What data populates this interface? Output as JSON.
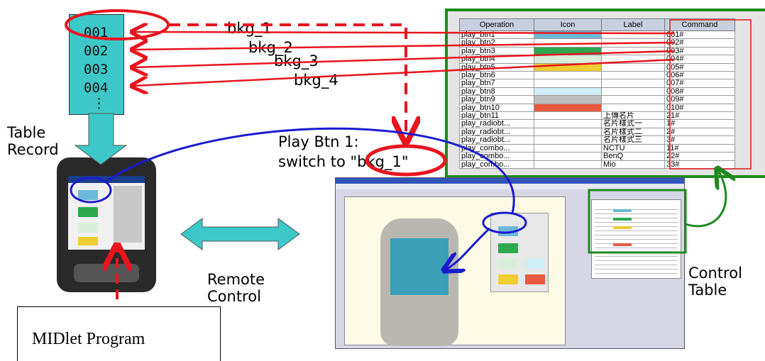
{
  "records": [
    "001",
    "002",
    "003",
    "004",
    "⋮"
  ],
  "bkg_labels": [
    "bkg_1",
    "bkg_2",
    "bkg_3",
    "bkg_4"
  ],
  "labels": {
    "table_record": [
      "Table",
      "Record"
    ],
    "play_btn": [
      "Play Btn 1:",
      "switch to \"bkg_1\""
    ],
    "remote_control": [
      "Remote",
      "Control"
    ],
    "control_table": [
      "Control",
      "Table"
    ],
    "midlet": "MIDlet    Program"
  },
  "control_table": {
    "headers": [
      "Operation",
      "Icon",
      "Label",
      "Command"
    ],
    "rows": [
      {
        "op": "play_btn1",
        "icon": "#6cb8d8",
        "label": "",
        "cmd": "001#"
      },
      {
        "op": "play_btn2",
        "icon": "",
        "label": "",
        "cmd": "002#"
      },
      {
        "op": "play_btn3",
        "icon": "#2ea84e",
        "label": "",
        "cmd": "003#"
      },
      {
        "op": "play_btn4",
        "icon": "#d8eed8",
        "label": "",
        "cmd": "004#"
      },
      {
        "op": "play_btn5",
        "icon": "#f0cc30",
        "label": "",
        "cmd": "005#"
      },
      {
        "op": "play_btn6",
        "icon": "",
        "label": "",
        "cmd": "006#"
      },
      {
        "op": "play_btn7",
        "icon": "",
        "label": "",
        "cmd": "007#"
      },
      {
        "op": "play_btn8",
        "icon": "#d0eef6",
        "label": "",
        "cmd": "008#"
      },
      {
        "op": "play_btn9",
        "icon": "#bcbcbc",
        "label": "",
        "cmd": "009#"
      },
      {
        "op": "play_btn10",
        "icon": "#e85a40",
        "label": "",
        "cmd": "010#"
      },
      {
        "op": "play_btn11",
        "icon": "",
        "label": "上傳名片",
        "cmd": "21#"
      },
      {
        "op": "play_radiobt...",
        "icon": "",
        "label": "名片樣式一",
        "cmd": "1#"
      },
      {
        "op": "play_radiobt...",
        "icon": "",
        "label": "名片樣式二",
        "cmd": "2#"
      },
      {
        "op": "play_radiobt...",
        "icon": "",
        "label": "名片樣式三",
        "cmd": "3#"
      },
      {
        "op": "play_combo...",
        "icon": "",
        "label": "NCTU",
        "cmd": "11#"
      },
      {
        "op": "play_combo...",
        "icon": "",
        "label": "BenQ",
        "cmd": "22#"
      },
      {
        "op": "play_combo...",
        "icon": "",
        "label": "Mio",
        "cmd": "33#"
      }
    ]
  },
  "colors": {
    "red": "#e8141e",
    "blue": "#1a1ad0",
    "green": "#1e8a1e",
    "teal": "#3cc8c8"
  }
}
